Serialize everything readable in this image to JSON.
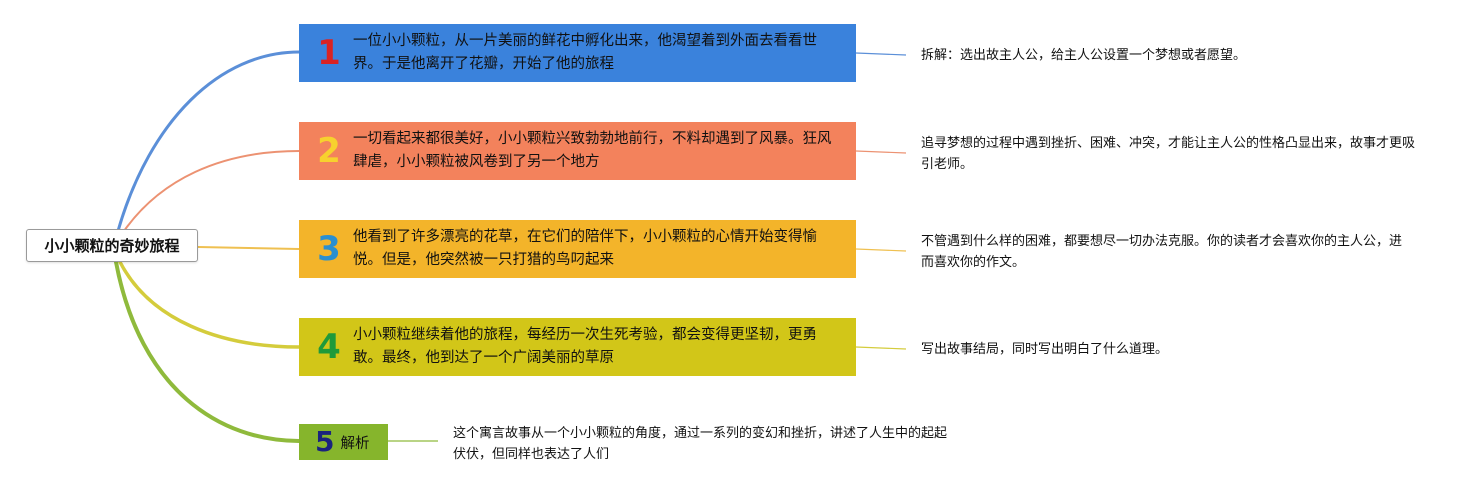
{
  "root": {
    "label": "小小颗粒的奇妙旅程"
  },
  "branches": [
    {
      "number": "1",
      "text": "一位小小颗粒，从一片美丽的鲜花中孵化出来，他渴望着到外面去看看世界。于是他离开了花瓣，开始了他的旅程",
      "note": "拆解：选出故主人公，给主人公设置一个梦想或者愿望。",
      "fill_color": "#3a82dc",
      "number_color": "#d92323",
      "line_color": "#5b8fd8"
    },
    {
      "number": "2",
      "text": "一切看起来都很美好，小小颗粒兴致勃勃地前行，不料却遇到了风暴。狂风肆虐，小小颗粒被风卷到了另一个地方",
      "note": "追寻梦想的过程中遇到挫折、困难、冲突，才能让主人公的性格凸显出来，故事才更吸引老师。",
      "fill_color": "#f3825c",
      "number_color": "#f7d12e",
      "line_color": "#ec9272"
    },
    {
      "number": "3",
      "text": "他看到了许多漂亮的花草，在它们的陪伴下，小小颗粒的心情开始变得愉悦。但是，他突然被一只打猎的鸟叼起来",
      "note": "不管遇到什么样的困难，都要想尽一切办法克服。你的读者才会喜欢你的主人公，进而喜欢你的作文。",
      "fill_color": "#f3b42a",
      "number_color": "#2a8fd0",
      "line_color": "#efc051"
    },
    {
      "number": "4",
      "text": "小小颗粒继续着他的旅程，每经历一次生死考验，都会变得更坚韧，更勇敢。最终，他到达了一个广阔美丽的草原",
      "note": "写出故事结局，同时写出明白了什么道理。",
      "fill_color": "#d2c618",
      "number_color": "#1f9a3a",
      "line_color": "#d4cc3c"
    },
    {
      "number": "5",
      "text": "解析",
      "note": "这个寓言故事从一个小小颗粒的角度，通过一系列的变幻和挫折，讲述了人生中的起起伏伏，但同样也表达了人们",
      "fill_color": "#86b52c",
      "number_color": "#1a237e",
      "line_color": "#8fba3c"
    }
  ]
}
